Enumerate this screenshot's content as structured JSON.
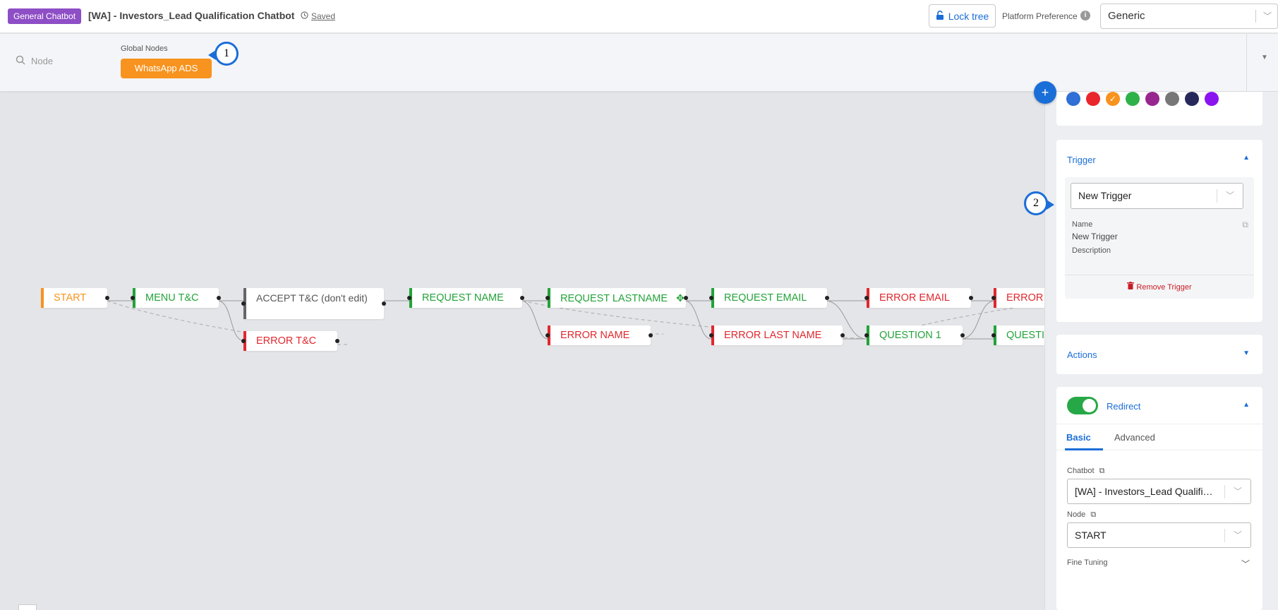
{
  "header": {
    "badge": "General Chatbot",
    "title": "[WA] - Investors_Lead Qualification Chatbot",
    "saved": "Saved",
    "lock_label": "Lock tree",
    "platform_label": "Platform Preference",
    "platform_value": "Generic"
  },
  "subbar": {
    "search_placeholder": "Node",
    "global_nodes_label": "Global Nodes",
    "global_node": "WhatsApp ADS"
  },
  "markers": {
    "one": "1",
    "two": "2"
  },
  "nodes": {
    "start": "START",
    "menu_tc": "MENU T&C",
    "accept_tc": "ACCEPT T&C (don't edit)",
    "error_tc": "ERROR T&C",
    "request_name": "REQUEST NAME",
    "request_lastname": "REQUEST LASTNAME",
    "error_name": "ERROR NAME",
    "request_email": "REQUEST EMAIL",
    "error_last_name": "ERROR LAST NAME",
    "error_email": "ERROR EMAIL",
    "question_1": "QUESTION 1",
    "error_partial": "ERROR",
    "question_partial": "QUESTI"
  },
  "colors": {
    "swatches": [
      "#2f6fd6",
      "#e8262c",
      "#f7931e",
      "#2fb14a",
      "#97278f",
      "#777777",
      "#27285a",
      "#8a14f0"
    ],
    "selected_swatch": "#f7931e",
    "accent": "#1a6ed8",
    "green": "#23a33a",
    "red": "#e0282e"
  },
  "panel": {
    "trigger": {
      "title": "Trigger",
      "select_value": "New Trigger",
      "name_label": "Name",
      "name_value": "New Trigger",
      "description_label": "Description",
      "remove_label": "Remove Trigger"
    },
    "actions": {
      "title": "Actions"
    },
    "redirect": {
      "title": "Redirect",
      "enabled": true,
      "tabs": [
        "Basic",
        "Advanced"
      ],
      "active_tab": "Basic",
      "chatbot_label": "Chatbot",
      "chatbot_value": "[WA] - Investors_Lead Qualifi…",
      "node_label": "Node",
      "node_value": "START",
      "fine_tuning_label": "Fine Tuning"
    }
  }
}
